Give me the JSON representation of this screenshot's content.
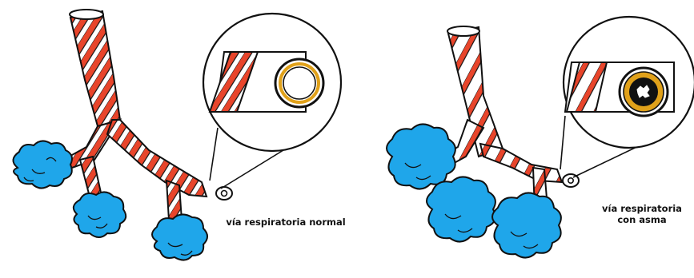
{
  "diagram": {
    "labels": {
      "normal_caption": "vía respiratoria normal",
      "asthma_caption_line1": "vía respiratoria",
      "asthma_caption_line2": "con asma"
    },
    "colors": {
      "muscle_band": "#e8452b",
      "alveoli": "#1fa6ea",
      "outline": "#111111",
      "inflamed_ring": "#e0a11a",
      "mucus": "#111111",
      "background": "#ffffff"
    },
    "icons": [
      "normal-airway-tree",
      "asthma-airway-tree",
      "alveoli-cluster",
      "magnifier-circle"
    ]
  }
}
